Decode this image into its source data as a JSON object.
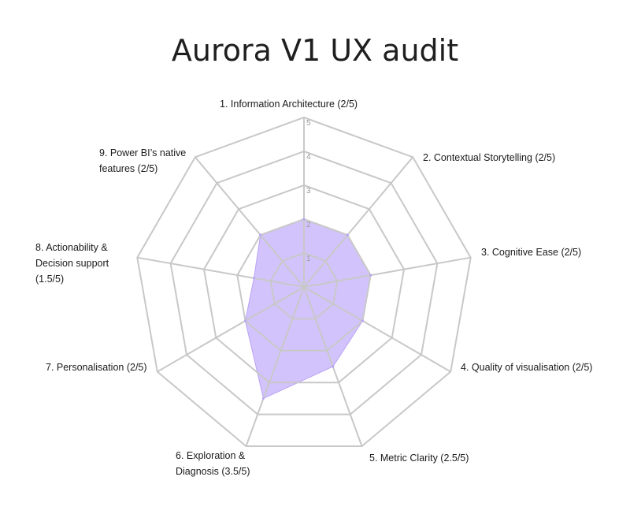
{
  "chart_data": {
    "type": "radar",
    "title": "Aurora V1 UX audit",
    "rmax": 5,
    "ticks": [
      "1",
      "2",
      "3",
      "4",
      "5"
    ],
    "categories": [
      "1. Information Architecture (2/5)",
      "2. Contextual Storytelling (2/5)",
      "3. Cognitive Ease (2/5)",
      "4. Quality of visualisation (2/5)",
      "5. Metric Clarity (2.5/5)",
      "6. Exploration &\nDiagnosis (3.5/5)",
      "7. Personalisation (2/5)",
      "8. Actionability &\nDecision support\n(1.5/5)",
      "9. Power BI’s native\nfeatures (2/5)"
    ],
    "values": [
      2,
      2,
      2,
      2,
      2.5,
      3.5,
      2,
      1.5,
      2
    ],
    "fill_color": "#c8b4fb",
    "stroke_color": "#b9a2f5",
    "grid_color": "#c8c8c8"
  }
}
